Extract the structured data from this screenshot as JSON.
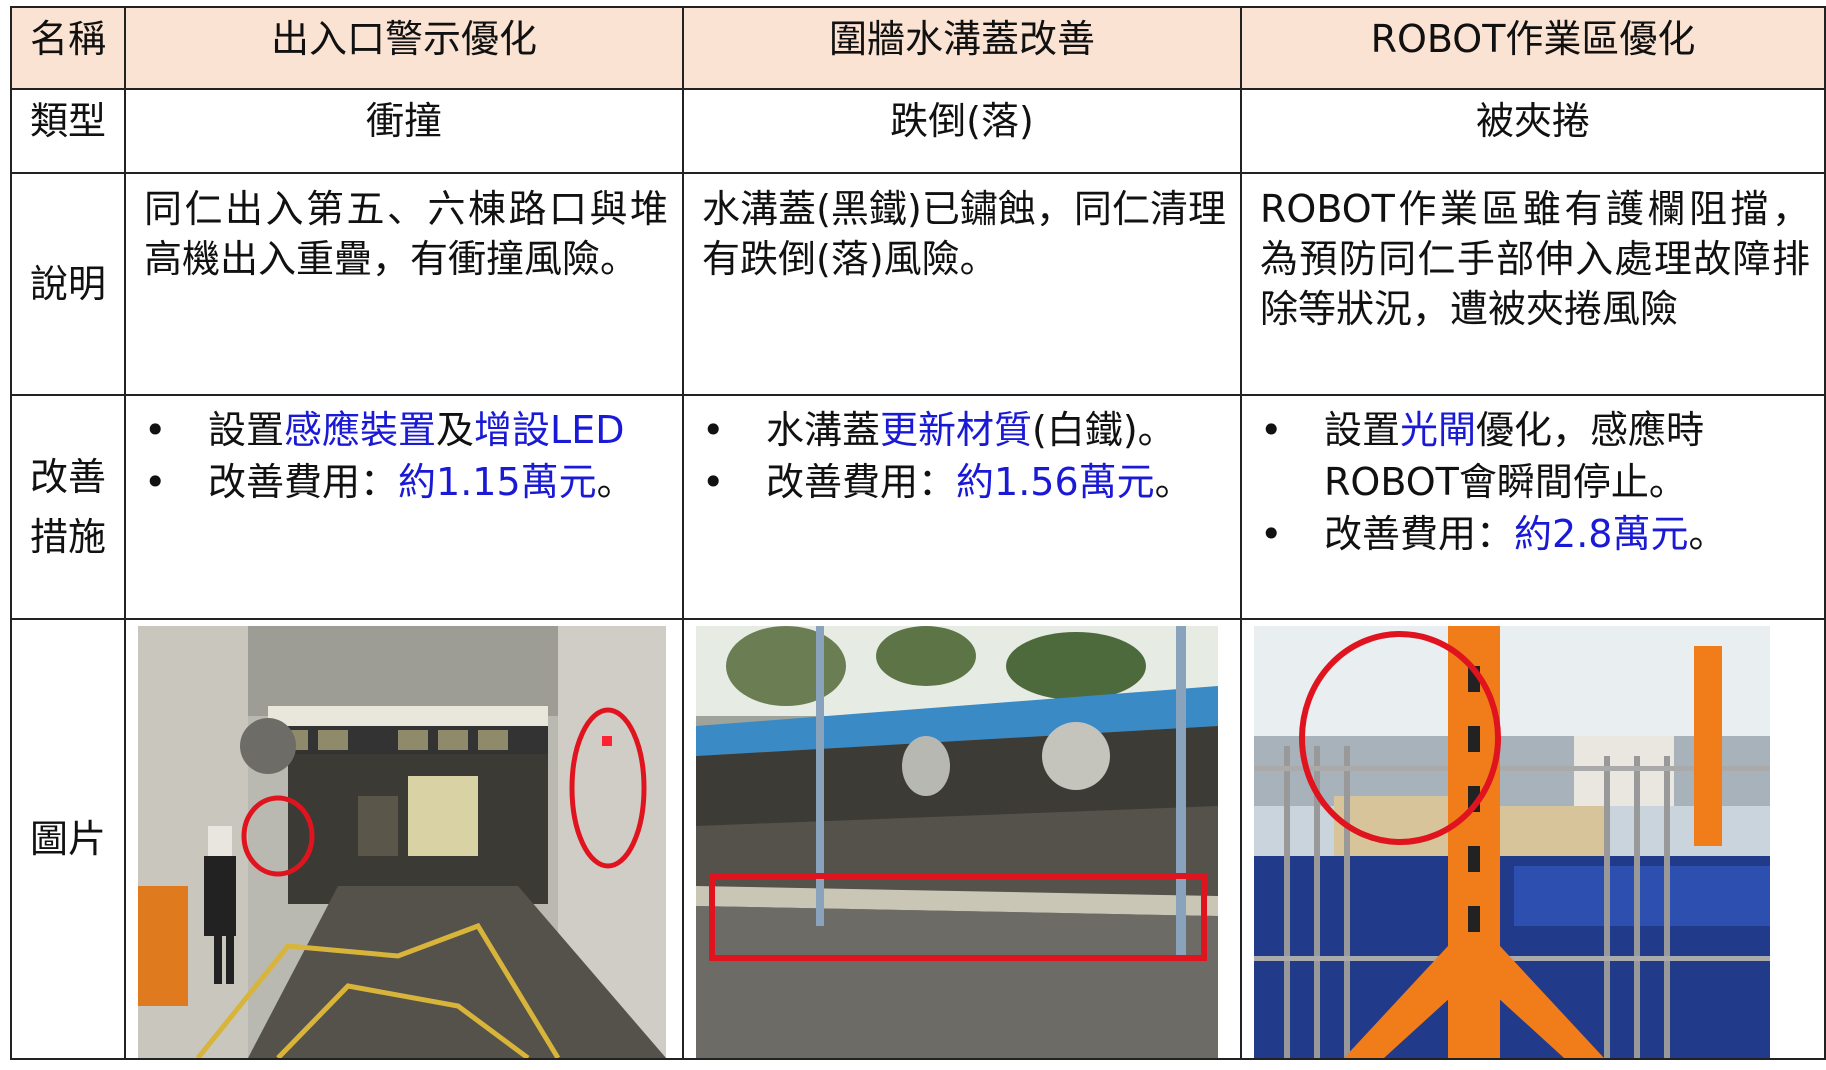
{
  "table": {
    "header": {
      "label": "名稱",
      "col1": "出入口警示優化",
      "col2": "圍牆水溝蓋改善",
      "col3": "ROBOT作業區優化"
    },
    "type_row": {
      "label": "類型",
      "col1": "衝撞",
      "col2": "跌倒(落)",
      "col3": "被夾捲"
    },
    "desc_row": {
      "label": "說明",
      "col1": "同仁出入第五、六棟路口與堆高機出入重疊，有衝撞風險。",
      "col2": "水溝蓋(黑鐵)已鏽蝕，同仁清理有跌倒(落)風險。",
      "col3": "ROBOT作業區雖有護欄阻擋，為預防同仁手部伸入處理故障排除等狀況，遭被夾捲風險"
    },
    "measure_row": {
      "label_line1": "改善",
      "label_line2": "措施",
      "bullet": "•",
      "col1": {
        "i1_a": "設置",
        "i1_b": "感應裝置",
        "i1_c": "及",
        "i1_d": "增設LED",
        "i2_a": "改善費用：",
        "i2_b": "約1.15萬元",
        "i2_c": "。"
      },
      "col2": {
        "i1_a": "水溝蓋",
        "i1_b": "更新材質",
        "i1_c": "(白鐵)。",
        "i2_a": "改善費用：",
        "i2_b": "約1.56萬元",
        "i2_c": "。"
      },
      "col3": {
        "i1_a": "設置",
        "i1_b": "光閘",
        "i1_c": "優化，感應時ROBOT會瞬間停止。",
        "i2_a": "改善費用：",
        "i2_b": "約2.8萬元",
        "i2_c": "。"
      }
    },
    "picture_row": {
      "label": "圖片"
    }
  },
  "colors": {
    "header_bg": "#fbe3d4",
    "highlight_blue": "#1a1ad6",
    "annotation_red": "#e0141e"
  }
}
